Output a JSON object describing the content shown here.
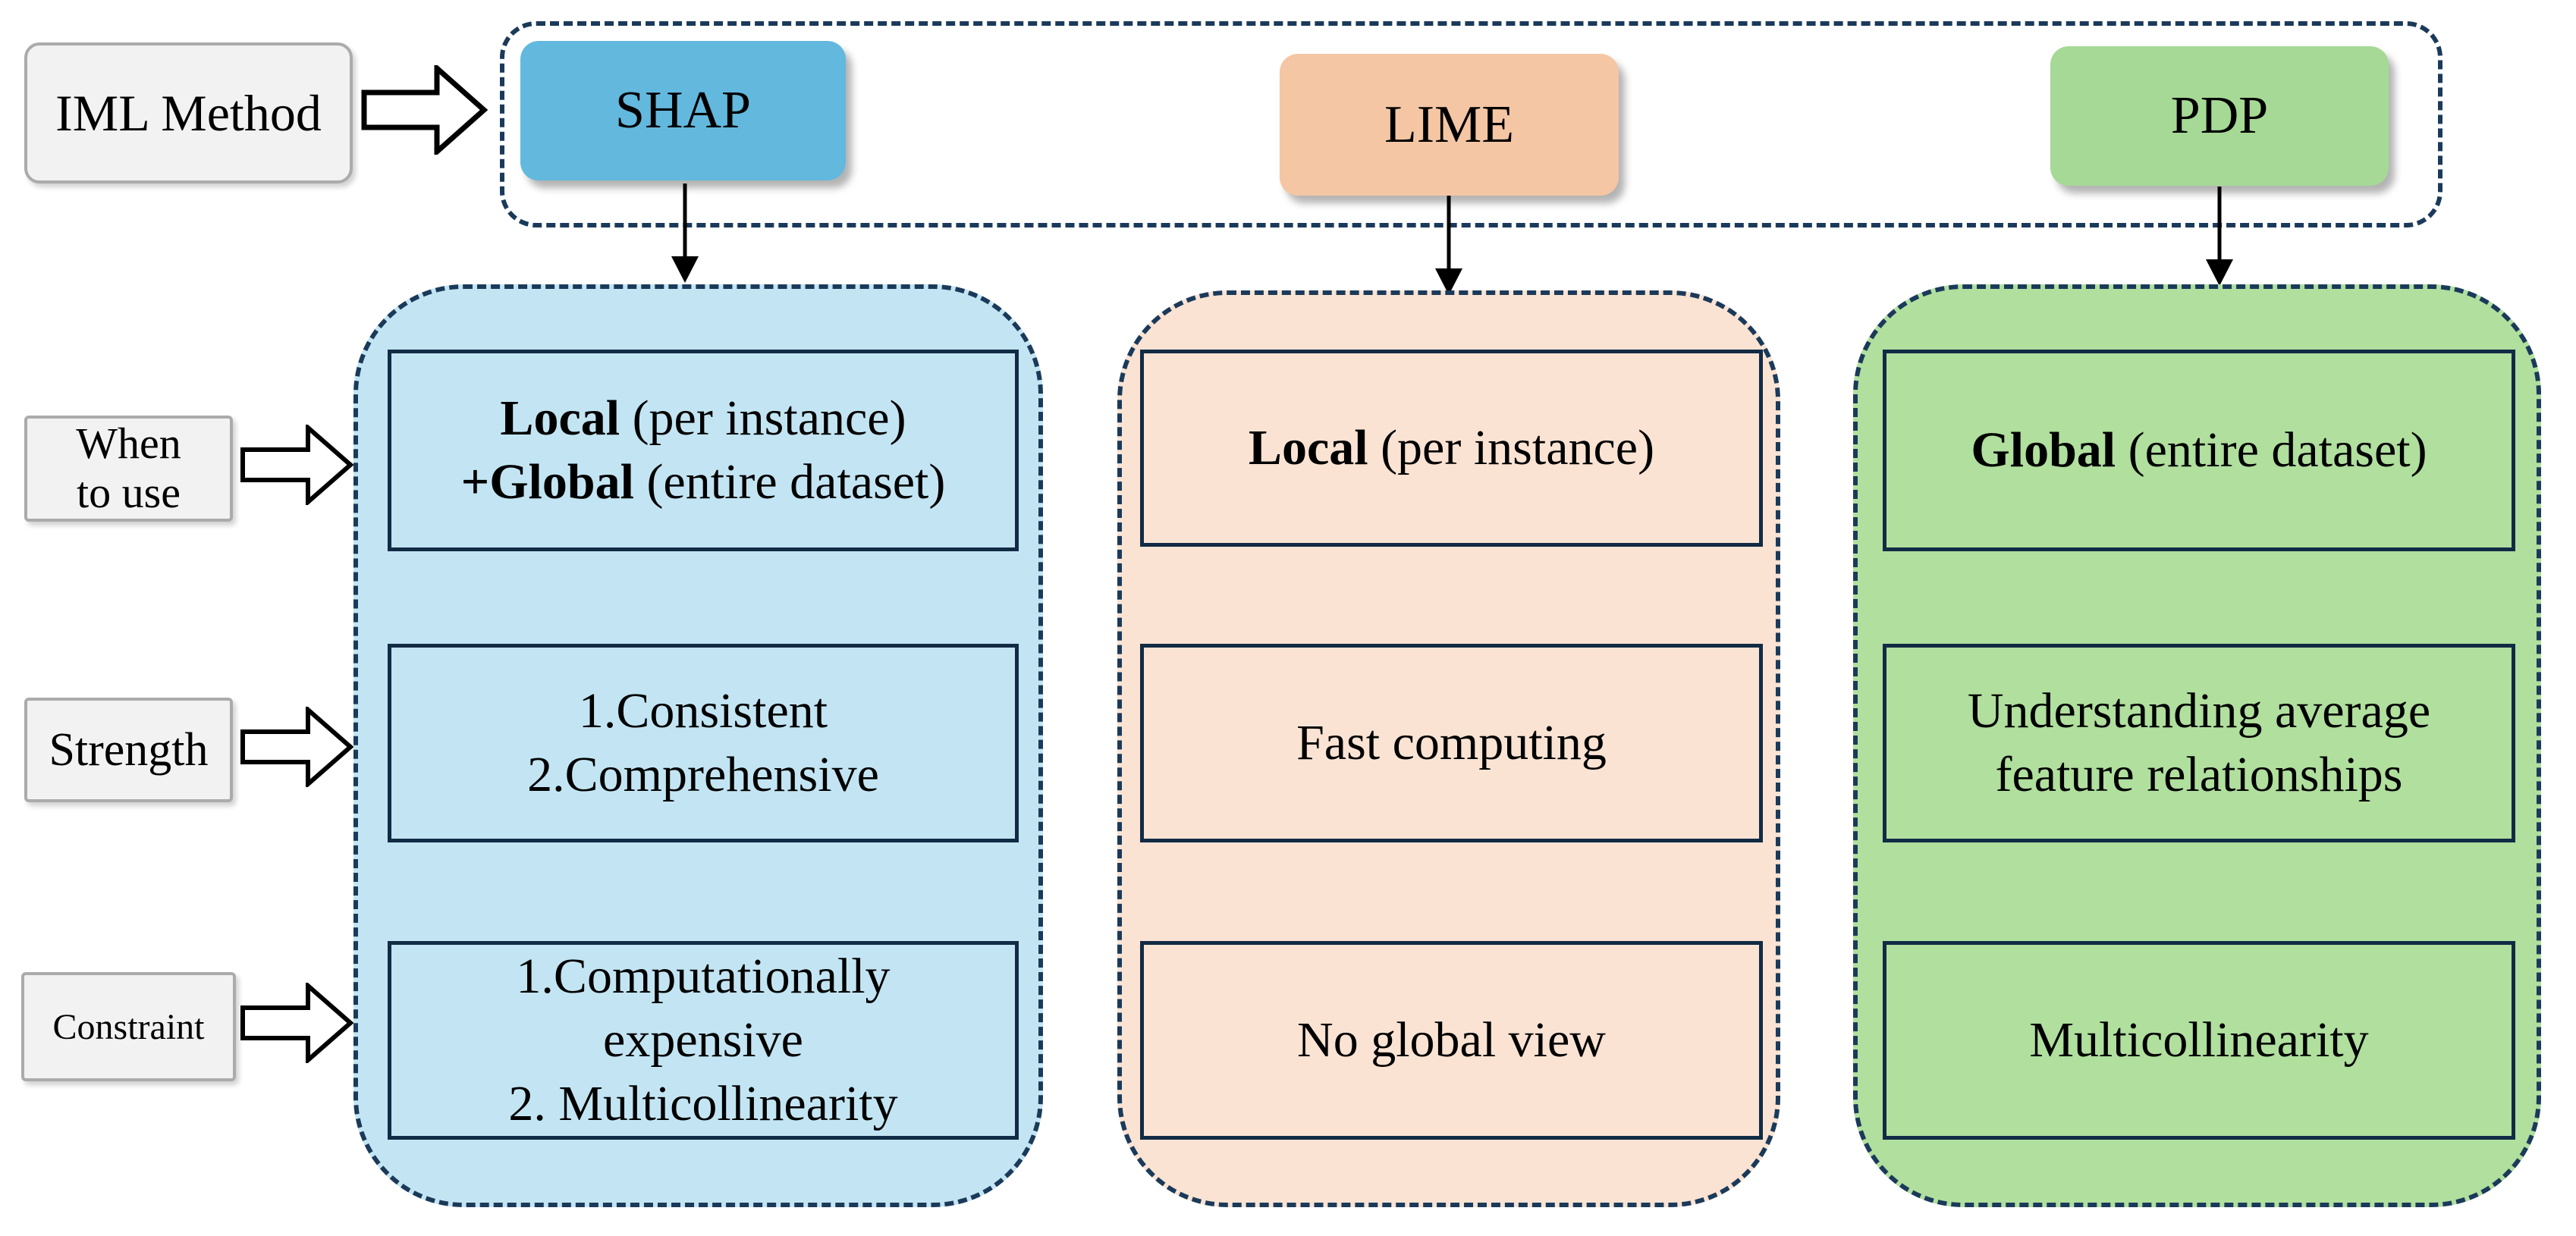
{
  "labels": {
    "iml_method": "IML Method",
    "when_line1": "When",
    "when_line2": "to use",
    "strength": "Strength",
    "constraint": "Constraint"
  },
  "methods": [
    {
      "name": "SHAP"
    },
    {
      "name": "LIME"
    },
    {
      "name": "PDP"
    }
  ],
  "columns": {
    "shap": {
      "when": {
        "line1_bold": "Local",
        "line1_rest": " (per instance)",
        "line2_prefix": "+",
        "line2_bold": "Global",
        "line2_rest": " (entire dataset)"
      },
      "strength": [
        "1.Consistent",
        "2.Comprehensive"
      ],
      "constraint": [
        "1.Computationally",
        "expensive",
        "2. Multicollinearity"
      ]
    },
    "lime": {
      "when": {
        "line1_bold": "Local",
        "line1_rest": " (per instance)"
      },
      "strength": [
        "Fast computing"
      ],
      "constraint": [
        "No global view"
      ]
    },
    "pdp": {
      "when": {
        "line1_bold": "Global",
        "line1_rest": " (entire dataset)"
      },
      "strength": [
        "Understanding average",
        "feature relationships"
      ],
      "constraint": [
        "Multicollinearity"
      ]
    }
  },
  "colors": {
    "shap_box": "#63B8DE",
    "shap_column": "#C3E5F3",
    "lime_box": "#F4C6A4",
    "lime_column": "#FAE3D3",
    "pdp_box": "#A6D995",
    "pdp_column": "#B0DF9E",
    "dashed_border": "#1B3A5A",
    "inner_border": "#122B45",
    "label_box_fill": "#F2F2F2",
    "label_box_border": "#ABABAB"
  }
}
